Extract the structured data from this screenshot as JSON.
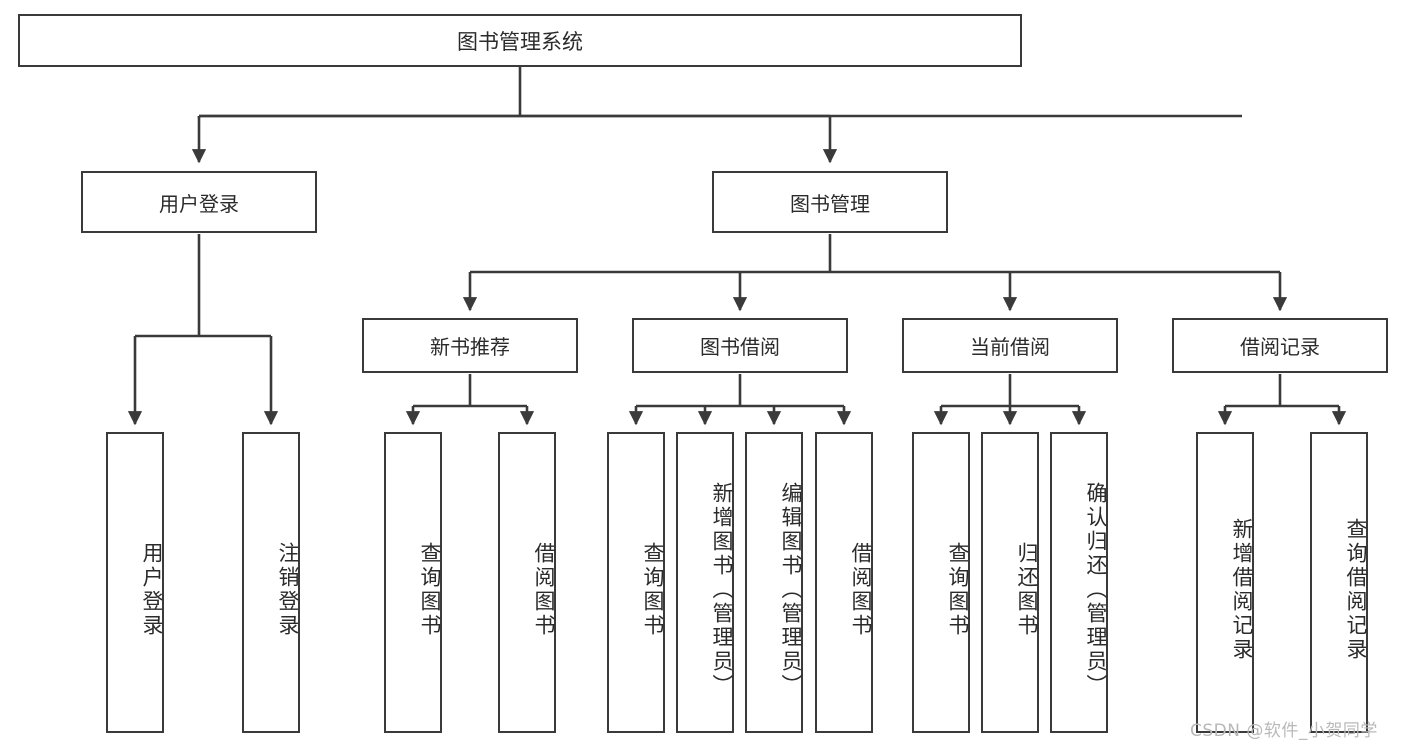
{
  "diagram": {
    "title": "图书管理系统",
    "watermark": "CSDN @软件_小贺同学",
    "style": {
      "stroke": "#3a3a3a",
      "fill": "#ffffff",
      "text": "#2b2b2b",
      "watermark_color": "#b9b9b9"
    },
    "root": {
      "label": "图书管理系统"
    },
    "tier1": [
      {
        "id": "user-login",
        "label": "用户登录"
      },
      {
        "id": "book-manage",
        "label": "图书管理"
      }
    ],
    "tier2": [
      {
        "id": "new-book-recommend",
        "label": "新书推荐",
        "parent": "book-manage"
      },
      {
        "id": "book-borrow",
        "label": "图书借阅",
        "parent": "book-manage"
      },
      {
        "id": "current-borrow",
        "label": "当前借阅",
        "parent": "book-manage"
      },
      {
        "id": "borrow-record",
        "label": "借阅记录",
        "parent": "book-manage"
      }
    ],
    "leaves": [
      {
        "id": "leaf-user-login",
        "label": "用户登录",
        "parent": "user-login"
      },
      {
        "id": "leaf-user-logout",
        "label": "注销登录",
        "parent": "user-login"
      },
      {
        "id": "leaf-query-book-1",
        "label": "查询图书",
        "parent": "new-book-recommend"
      },
      {
        "id": "leaf-borrow-book-1",
        "label": "借阅图书",
        "parent": "new-book-recommend"
      },
      {
        "id": "leaf-query-book-2",
        "label": "查询图书",
        "parent": "book-borrow"
      },
      {
        "id": "leaf-add-book",
        "label": "新增图书（管理员）",
        "parent": "book-borrow"
      },
      {
        "id": "leaf-edit-book",
        "label": "编辑图书（管理员）",
        "parent": "book-borrow"
      },
      {
        "id": "leaf-borrow-book-2",
        "label": "借阅图书",
        "parent": "book-borrow"
      },
      {
        "id": "leaf-query-book-3",
        "label": "查询图书",
        "parent": "current-borrow"
      },
      {
        "id": "leaf-return-book",
        "label": "归还图书",
        "parent": "current-borrow"
      },
      {
        "id": "leaf-confirm-return",
        "label": "确认归还（管理员）",
        "parent": "current-borrow"
      },
      {
        "id": "leaf-add-record",
        "label": "新增借阅记录",
        "parent": "borrow-record"
      },
      {
        "id": "leaf-query-record",
        "label": "查询借阅记录",
        "parent": "borrow-record"
      }
    ]
  }
}
